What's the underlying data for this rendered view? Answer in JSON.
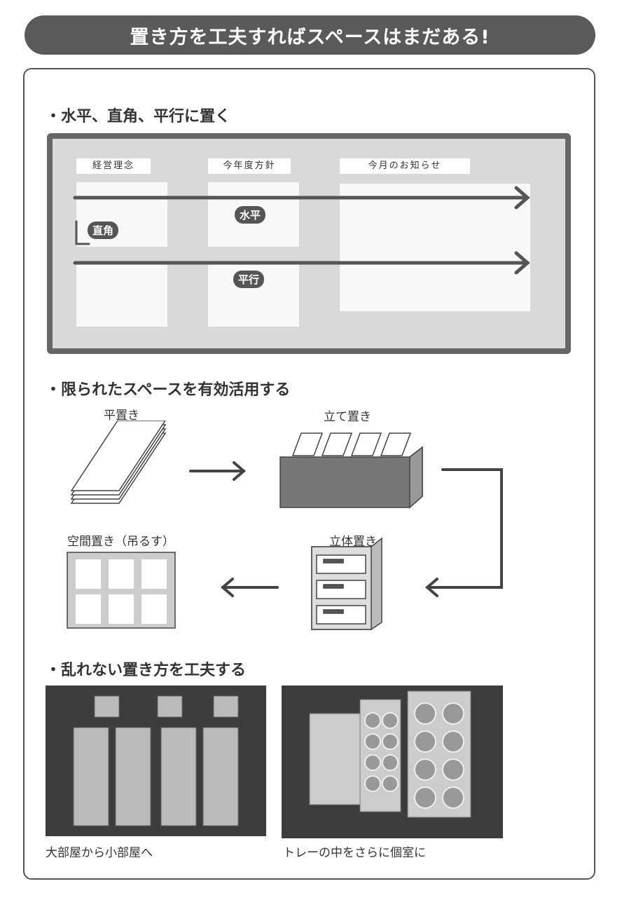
{
  "banner": {
    "title": "置き方を工夫すればスペースはまだある!"
  },
  "section1": {
    "heading": "・水平、直角、平行に置く",
    "board_labels": [
      "経営理念",
      "今年度方針",
      "今月のお知らせ"
    ],
    "tags": {
      "horizontal": "水平",
      "right_angle": "直角",
      "parallel": "平行"
    }
  },
  "section2": {
    "heading": "・限られたスペースを有効活用する",
    "flat": "平置き",
    "standing": "立て置き",
    "solid": "立体置き",
    "hanging": "空間置き（吊るす）"
  },
  "section3": {
    "heading": "・乱れない置き方を工夫する",
    "photo1_caption": "大部屋から小部屋へ",
    "photo2_caption": "トレーの中をさらに個室に"
  },
  "colors": {
    "banner": "#5a5a5a",
    "frame": "#555555",
    "board_border": "#666666"
  }
}
